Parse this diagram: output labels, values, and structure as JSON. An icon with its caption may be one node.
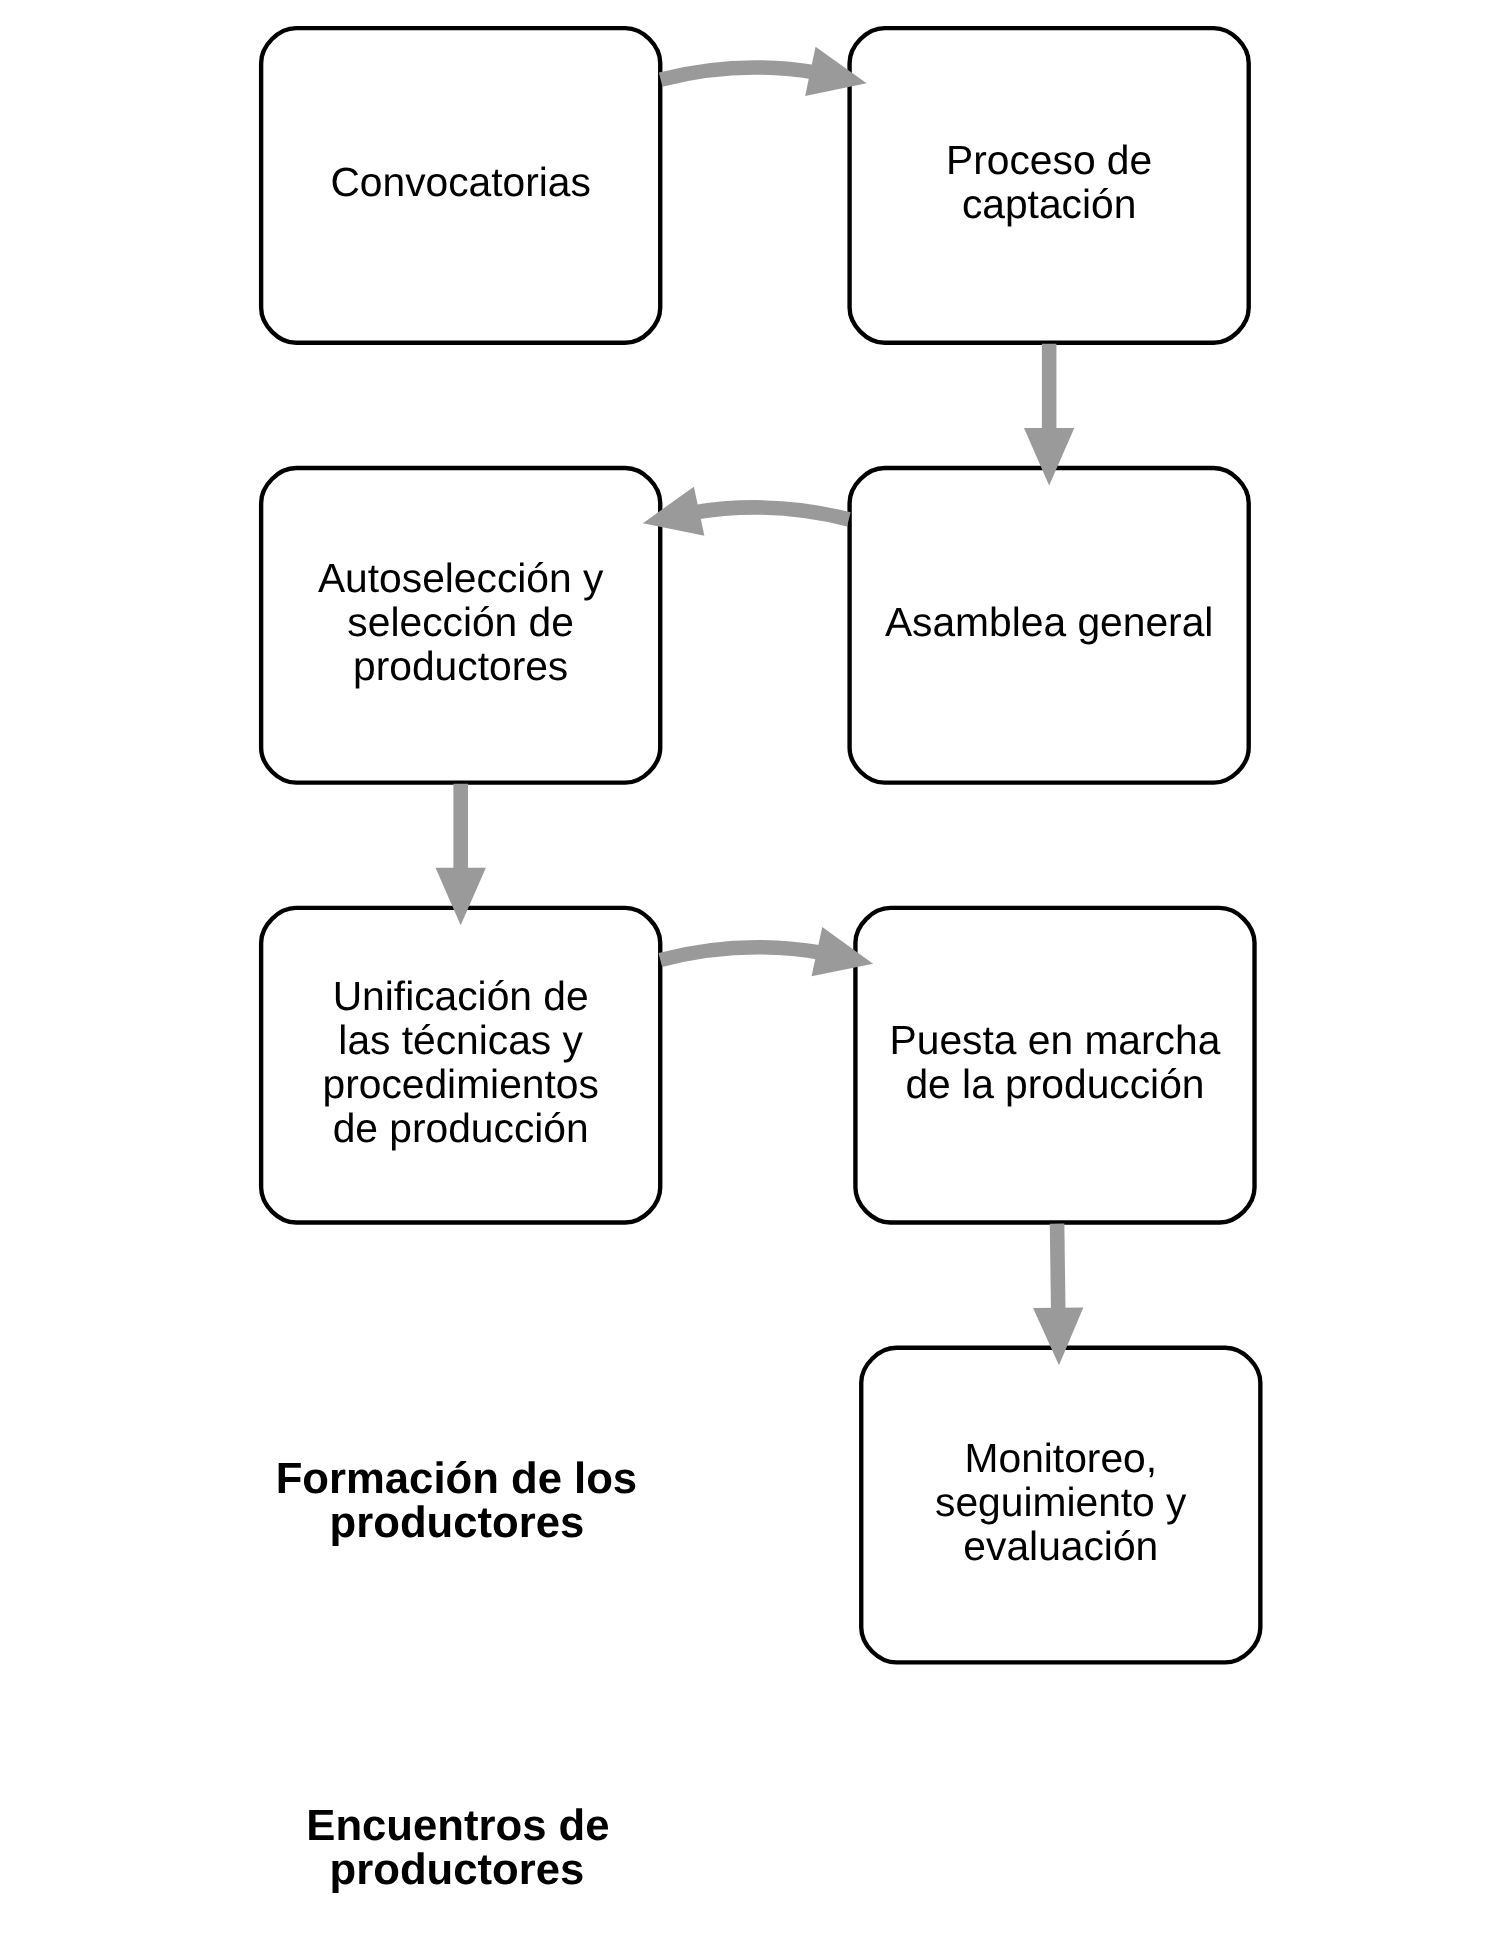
{
  "diagram": {
    "nodes": [
      {
        "text": [
          "Convocatorias"
        ]
      },
      {
        "text": [
          "Proceso de captación"
        ]
      },
      {
        "text": [
          "Asamblea general"
        ]
      },
      {
        "text": [
          "Autoselección y selección de productores"
        ]
      },
      {
        "text": [
          "Unificación de las técnicas y procedimientos de producción"
        ]
      },
      {
        "text": [
          "Puesta en marcha de la producción"
        ]
      },
      {
        "text": [
          "Monitoreo, seguimiento y evaluación"
        ]
      }
    ],
    "edges": [
      {
        "from": 0,
        "to": 1,
        "arrow": "to"
      },
      {
        "from": 1,
        "to": 2,
        "arrow": "to"
      },
      {
        "from": 2,
        "to": 3,
        "arrow": "to"
      },
      {
        "from": 3,
        "to": 4,
        "arrow": "to"
      },
      {
        "from": 4,
        "to": 5,
        "arrow": "to"
      },
      {
        "from": 5,
        "to": 6,
        "arrow": "to"
      }
    ],
    "labels": [
      "Formación de los productores",
      "Encuentros de productores"
    ]
  }
}
